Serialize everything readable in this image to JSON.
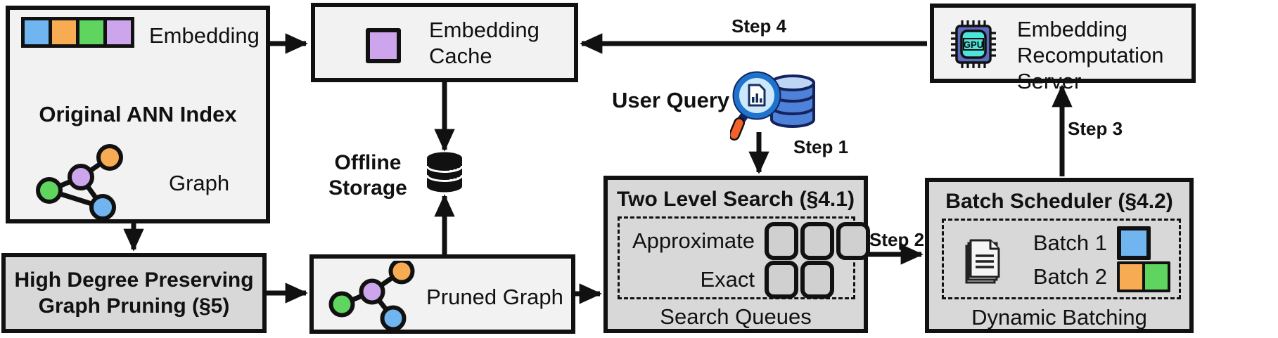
{
  "diagram": {
    "original_ann_index": {
      "title": "Original ANN Index",
      "embedding_label": "Embedding",
      "graph_label": "Graph"
    },
    "high_degree_pruning": {
      "lines": [
        "High Degree Preserving",
        "Graph Pruning (§5)"
      ]
    },
    "embedding_cache": {
      "lines": [
        "Embedding",
        "Cache"
      ]
    },
    "offline_storage": {
      "lines": [
        "Offline",
        "Storage"
      ]
    },
    "pruned_graph": {
      "label": "Pruned Graph"
    },
    "user_query": {
      "label": "User Query"
    },
    "two_level_search": {
      "title": "Two Level Search (§4.1)",
      "approximate_label": "Approximate",
      "exact_label": "Exact",
      "footer_label": "Search Queues",
      "approximate_queue_count": 3,
      "exact_queue_count": 2
    },
    "batch_scheduler": {
      "title": "Batch Scheduler (§4.2)",
      "batch1_label": "Batch 1",
      "batch2_label": "Batch 2",
      "footer_label": "Dynamic Batching"
    },
    "recomputation_server": {
      "lines": [
        "Embedding",
        "Recomputation",
        "Server"
      ],
      "gpu_label": "GPU"
    },
    "steps": {
      "step1": "Step 1",
      "step2": "Step 2",
      "step3": "Step 3",
      "step4": "Step 4"
    },
    "colors": {
      "embedding_blue": "#70b5f0",
      "embedding_orange": "#f7ac54",
      "embedding_green": "#5fd45f",
      "embedding_purple": "#cda5ec",
      "box_light": "#f2f2f2",
      "box_gray": "#d8d8d8",
      "line_black": "#111111",
      "gpu_body": "#5b6cc0",
      "gpu_core": "#4fe3da",
      "query_handle_orange": "#f4622a",
      "query_db_blue": "#4d82d8",
      "query_lens_blue": "#cde8fa"
    }
  }
}
